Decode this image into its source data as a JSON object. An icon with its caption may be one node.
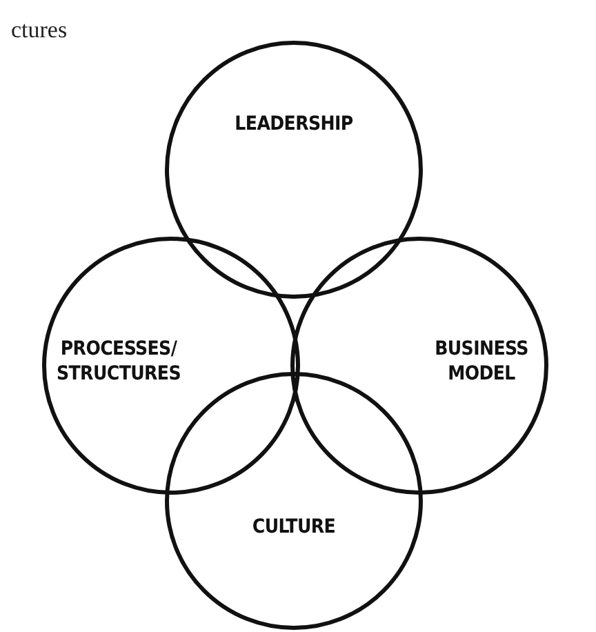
{
  "diagram": {
    "nodes": [
      {
        "text": [
          "LEADERSHIP"
        ]
      },
      {
        "text": [
          "PROCESSES/ STRUCTURES"
        ]
      },
      {
        "text": [
          "BUSINESS MODEL"
        ]
      },
      {
        "text": [
          "CULTURE"
        ]
      }
    ],
    "labels": [
      "ctures"
    ]
  }
}
